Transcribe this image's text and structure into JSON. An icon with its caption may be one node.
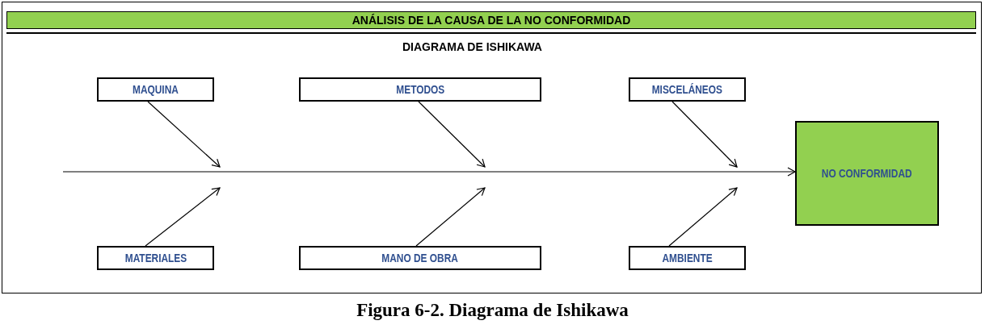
{
  "diagram": {
    "title": "ANÁLISIS DE LA CAUSA DE LA NO CONFORMIDAD",
    "caption": "Figura 6-2. Diagrama de Ishikawa",
    "nodes": [
      {
        "text": [
          "MAQUINA"
        ]
      },
      {
        "text": [
          "METODOS"
        ]
      },
      {
        "text": [
          "MISCELÁNEOS"
        ]
      },
      {
        "text": [
          "NO CONFORMIDAD"
        ]
      },
      {
        "text": [
          "MATERIALES"
        ]
      },
      {
        "text": [
          "MANO DE OBRA"
        ]
      },
      {
        "text": [
          "AMBIENTE"
        ]
      }
    ],
    "edges": [
      {
        "from": 0,
        "to": null,
        "arrow": "to"
      },
      {
        "from": 1,
        "to": null,
        "arrow": "to"
      },
      {
        "from": 2,
        "to": null,
        "arrow": "to"
      },
      {
        "from": 4,
        "to": null,
        "arrow": "to"
      },
      {
        "from": 5,
        "to": null,
        "arrow": "to"
      },
      {
        "from": 6,
        "to": null,
        "arrow": "to"
      },
      {
        "from": null,
        "to": 3,
        "arrow": "to"
      }
    ],
    "labels": [
      "DIAGRAMA DE ISHIKAWA"
    ]
  }
}
